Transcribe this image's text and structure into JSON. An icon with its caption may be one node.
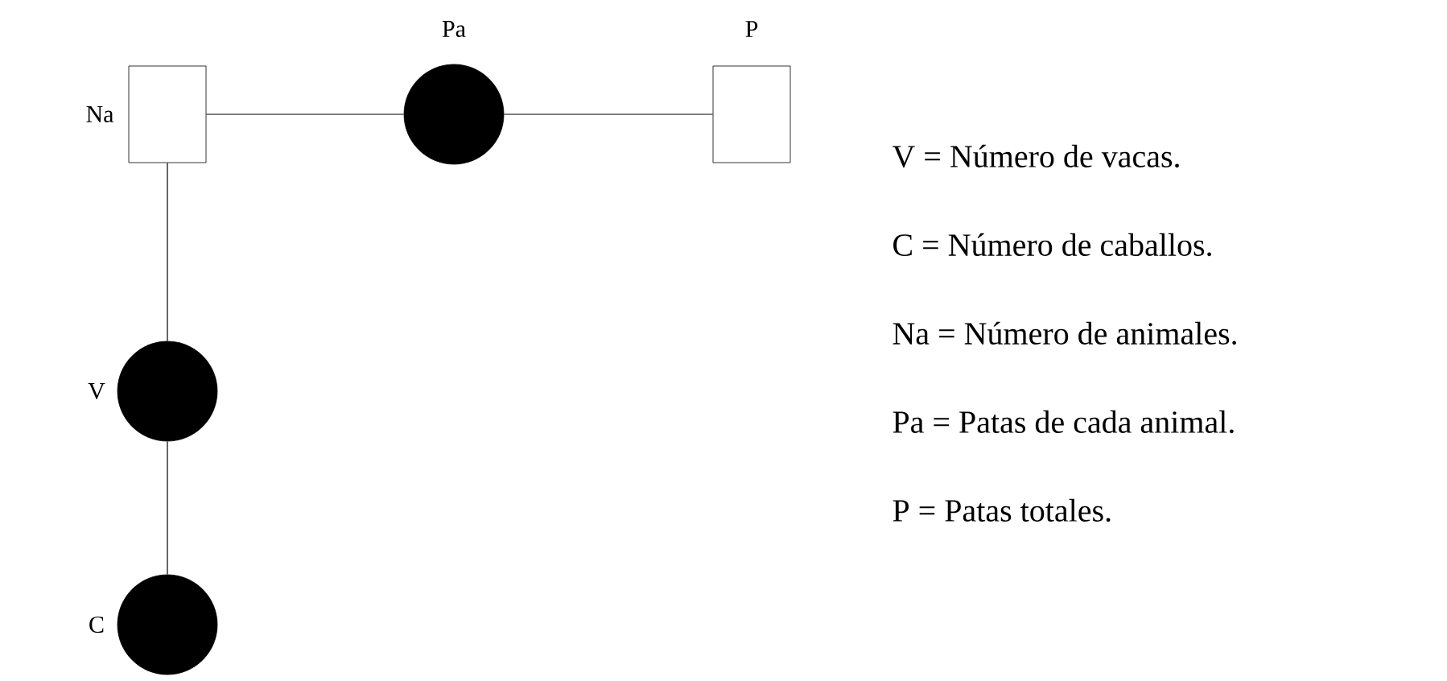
{
  "diagram": {
    "nodes": [
      {
        "text": [],
        "shape": "box",
        "beside": [
          "Na"
        ]
      },
      {
        "text": [],
        "shape": "circle",
        "beside": [
          "Pa"
        ]
      },
      {
        "text": [],
        "shape": "box",
        "beside": [
          "P"
        ]
      },
      {
        "text": [],
        "shape": "circle",
        "beside": [
          "V"
        ]
      },
      {
        "text": [],
        "shape": "circle",
        "beside": [
          "C"
        ]
      }
    ],
    "edges": [
      {
        "from": 0,
        "to": 1,
        "arrow": "none"
      },
      {
        "from": 1,
        "to": 2,
        "arrow": "none"
      },
      {
        "from": 0,
        "to": 3,
        "arrow": "none"
      },
      {
        "from": 3,
        "to": 4,
        "arrow": "none"
      }
    ],
    "labels": [
      "V = Número de vacas.",
      "C = Número de caballos.",
      "Na = Número de animales.",
      "Pa = Patas de cada animal.",
      "P = Patas totales."
    ]
  }
}
